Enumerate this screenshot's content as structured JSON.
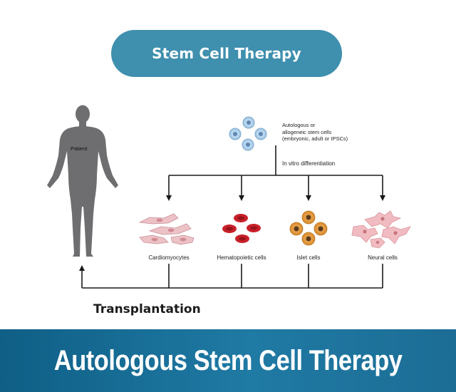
{
  "header": {
    "title": "Stem Cell Therapy"
  },
  "source": {
    "line1": "Autologous or",
    "line2": "allogeneic stem cells",
    "line3": "(embryonic, adult or IPSCs)"
  },
  "process": {
    "differentiation_label": "In vitro differentiation",
    "transplantation_label": "Transplantation"
  },
  "patient": {
    "label": "Patient"
  },
  "cell_types": [
    {
      "label": "Cardiomyocytes"
    },
    {
      "label": "Hematopoietic cells"
    },
    {
      "label": "Islet cells"
    },
    {
      "label": "Neural cells"
    }
  ],
  "footer": {
    "banner_text": "Autologous Stem Cell Therapy"
  },
  "colors": {
    "title_pill": "#3f8fae",
    "banner": "#1a6f98",
    "silhouette": "#6e6e70",
    "stem_cell": "#a8cbe8",
    "cardiomyocyte": "#e9b7bd",
    "hematopoietic": "#c8202a",
    "islet": "#e0973a",
    "neural": "#f1bcc1",
    "connector": "#1a1a1a"
  }
}
